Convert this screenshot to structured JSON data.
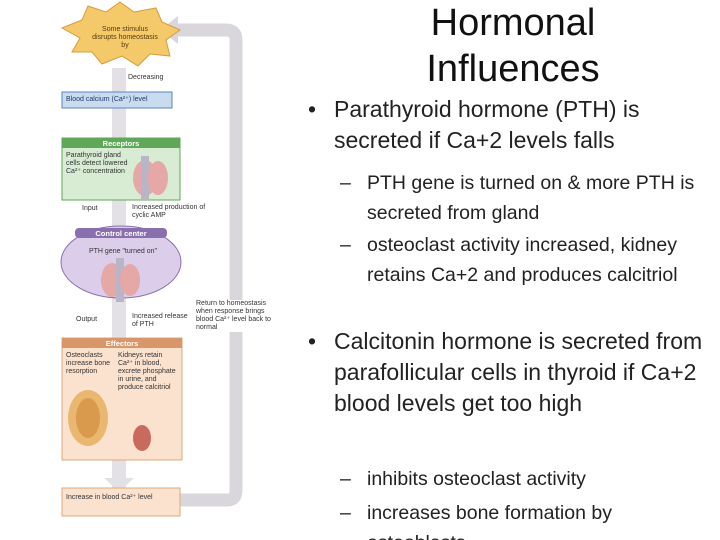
{
  "slide": {
    "title": "Hormonal Influences",
    "bullets": [
      {
        "mark": "•",
        "text": "Parathyroid hormone (PTH) is secreted if Ca+2 levels falls"
      },
      {
        "mark": "•",
        "text": "Calcitonin hormone is secreted from parafollicular cells in thyroid if Ca+2 blood levels get too high"
      }
    ],
    "subbullets_1": [
      {
        "mark": "–",
        "text": "PTH gene is turned on & more PTH is secreted from gland"
      },
      {
        "mark": "–",
        "text": "osteoclast activity increased, kidney retains Ca+2 and produces calcitriol"
      }
    ],
    "subbullets_2": [
      {
        "mark": "–",
        "text": "inhibits osteoclast activity"
      },
      {
        "mark": "–",
        "text": "increases bone formation by osteoblasts"
      }
    ]
  },
  "diagram": {
    "stimulus": "Some stimulus disrupts homeostasis by",
    "decreasing": "Decreasing",
    "controlled_condition": "Blood calcium (Ca²⁺) level",
    "receptors_title": "Receptors",
    "receptors_text": "Parathyroid gland cells detect lowered Ca²⁺ concentration",
    "input_label": "Input",
    "input_text": "Increased production of cyclic AMP",
    "control_title": "Control center",
    "control_text": "PTH gene \"turned on\"",
    "output_label": "Output",
    "output_text": "Increased release of PTH",
    "effectors_title": "Effectors",
    "effector_osteoclasts": "Osteoclasts increase bone resorption",
    "effector_kidneys": "Kidneys retain Ca²⁺ in blood, excrete phosphate in urine, and produce calcitriol",
    "response": "Increase in blood Ca²⁺ level",
    "return_text": "Return to homeostasis when response brings blood Ca²⁺ level back to normal",
    "colors": {
      "blue": "#5b86bf",
      "green": "#5fa85a",
      "purple": "#8a6fae",
      "peach": "#f1c39a",
      "loop": "#d9d7dc",
      "starburst": "#f3c96a"
    }
  }
}
